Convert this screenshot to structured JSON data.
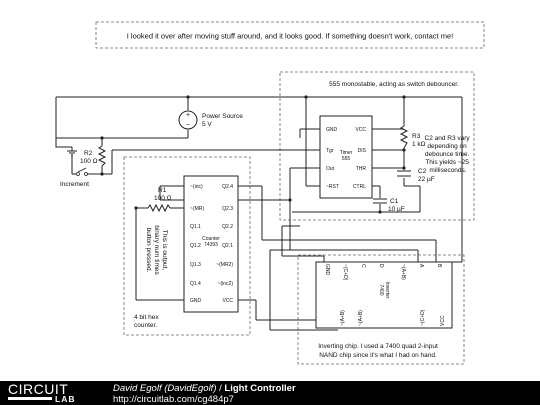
{
  "note_top": "I looked it over after moving stuff around, and it looks good. If something doesn't work, contact me!",
  "note_555": "555 monostable, acting as switch debouncer.",
  "note_c2r3": [
    "C2 and R3 vary",
    "depending on",
    "debounce time.",
    "This yields ~25",
    "milliseconds."
  ],
  "note_output": [
    "This is output,",
    "binary num times",
    "button pressed."
  ],
  "note_counter": [
    "4 bit hex",
    "counter."
  ],
  "note_inverter": [
    "Inverting chip. I used a 7400 quad 2-input",
    "NAND chip since it's what I had on hand."
  ],
  "power": {
    "name": "Power Source",
    "value": "5 V"
  },
  "increment_label": "Increment",
  "resistors": {
    "r1": {
      "name": "R1",
      "value": "100 Ω"
    },
    "r2": {
      "name": "R2",
      "value": "100 Ω"
    },
    "r3": {
      "name": "R3",
      "value": "1 kΩ"
    }
  },
  "capacitors": {
    "c1": {
      "name": "C1",
      "value": "10 µF"
    },
    "c2": {
      "name": "C2",
      "value": "22 µF"
    }
  },
  "timer": {
    "name": "Timer",
    "part": "555",
    "pins_left": [
      "GND",
      "Tgr",
      "Out",
      "~RST"
    ],
    "pins_right": [
      "VCC",
      "DIS",
      "THR",
      "CTRL"
    ]
  },
  "counter": {
    "name": "Counter",
    "part": "74393",
    "pins_left": [
      "~(inc)",
      "~(MR)",
      "Q1.1",
      "Q1.2",
      "Q1.3",
      "Q1.4",
      "GND"
    ],
    "pins_right": [
      "Q2.4",
      "Q2.3",
      "Q2.2",
      "Q2.1",
      "~(MR2)",
      "~(inc2)",
      "VCC"
    ]
  },
  "nand": {
    "name": "Inverter",
    "part": "7400",
    "pins_top": [
      "GND",
      "~(C+D)",
      "C",
      "D",
      "~(A+B)",
      "A",
      "B"
    ],
    "pins_bottom": [
      "~(A+B)",
      "~(A+B)",
      "~(C+D)",
      "VCC"
    ]
  },
  "footer": {
    "logo_circuit": "CIRCUIT",
    "logo_lab": "LAB",
    "author": "David Egolf (DavidEgolf)",
    "separator": " / ",
    "title": "Light Controller",
    "url": "http://circuitlab.com/cg484p7"
  }
}
